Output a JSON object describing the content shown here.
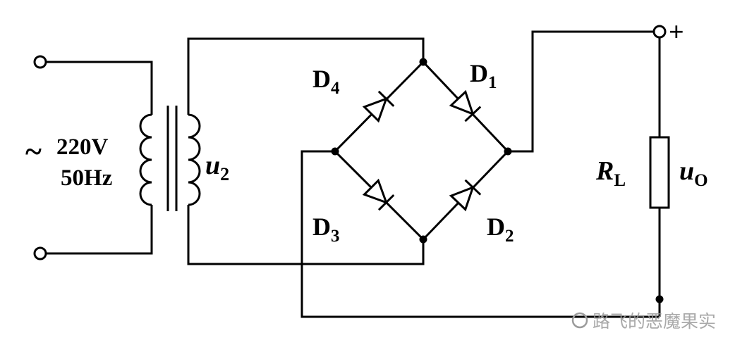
{
  "diagram": {
    "source": {
      "tilde": "~",
      "voltage": "220V",
      "frequency": "50Hz"
    },
    "secondary_voltage": {
      "main": "u",
      "sub": "2"
    },
    "diodes": {
      "d1": {
        "main": "D",
        "sub": "1"
      },
      "d2": {
        "main": "D",
        "sub": "2"
      },
      "d3": {
        "main": "D",
        "sub": "3"
      },
      "d4": {
        "main": "D",
        "sub": "4"
      }
    },
    "load": {
      "resistor": {
        "main": "R",
        "sub": "L"
      },
      "output_voltage": {
        "main": "u",
        "sub": "O"
      }
    },
    "output_polarity": "+",
    "watermark": "路飞的恶魔果实",
    "colors": {
      "line": "#000000",
      "background": "#ffffff",
      "watermark": "#9b9b9b"
    }
  }
}
